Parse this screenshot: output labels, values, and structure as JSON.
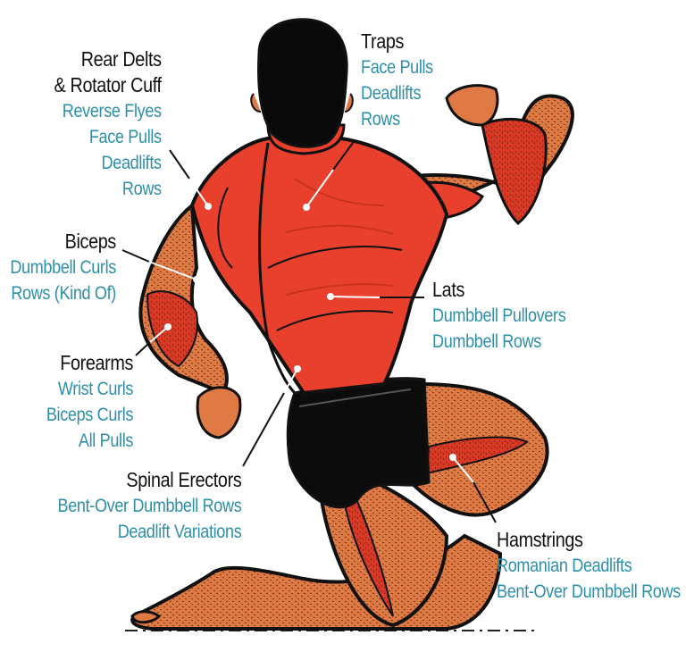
{
  "colors": {
    "muscle_red": "#e8402c",
    "muscle_dark": "#c8321f",
    "skin": "#e07a45",
    "outline": "#111111",
    "shorts": "#0c0c0c",
    "hair": "#0a0a0a",
    "label_title": "#111111",
    "label_exercise": "#2e8fa8",
    "leader_line_outer": "#111111",
    "leader_line_inner": "#ffffff"
  },
  "labels": {
    "rear_delts": {
      "title_line1": "Rear Delts",
      "title_line2": "& Rotator Cuff",
      "exercises": [
        "Reverse Flyes",
        "Face Pulls",
        "Deadlifts",
        "Rows"
      ]
    },
    "traps": {
      "title": "Traps",
      "exercises": [
        "Face Pulls",
        "Deadlifts",
        "Rows"
      ]
    },
    "biceps": {
      "title": "Biceps",
      "exercises": [
        "Dumbbell Curls",
        "Rows (Kind Of)"
      ]
    },
    "lats": {
      "title": "Lats",
      "exercises": [
        "Dumbbell Pullovers",
        "Dumbbell Rows"
      ]
    },
    "forearms": {
      "title": "Forearms",
      "exercises": [
        "Wrist Curls",
        "Biceps Curls",
        "All Pulls"
      ]
    },
    "spinal_erectors": {
      "title": "Spinal Erectors",
      "exercises": [
        "Bent-Over Dumbbell Rows",
        "Deadlift Variations"
      ]
    },
    "hamstrings": {
      "title": "Hamstrings",
      "exercises": [
        "Romanian Deadlifts",
        "Bent-Over Dumbbell Rows"
      ]
    }
  }
}
